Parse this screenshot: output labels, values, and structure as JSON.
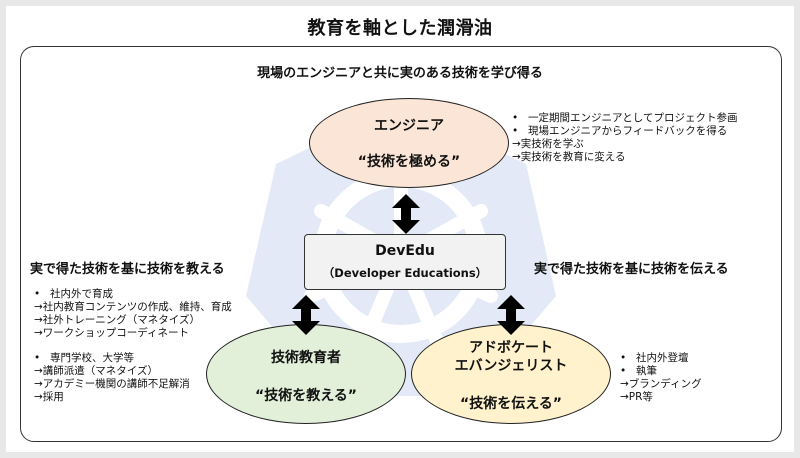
{
  "title": "教育を軸とした潤滑油",
  "subtitle": "現場のエンジニアと共に実のある技術を学び得る",
  "engineer": {
    "title": "エンジニア",
    "quote": "“技術を極める”"
  },
  "center": {
    "title": "DevEdu",
    "subtitle": "（Developer Educations）"
  },
  "educator": {
    "title": "技術教育者",
    "quote": "“技術を教える”"
  },
  "advocate": {
    "title_line1": "アドボケート",
    "title_line2": "エバンジェリスト",
    "quote": "“技術を伝える”"
  },
  "left_label": "実で得た技術を基に技術を教える",
  "right_label": "実で得た技術を基に技術を伝える",
  "engineer_notes": {
    "bullets": [
      "一定期間エンジニアとしてプロジェクト参画",
      "現場エンジニアからフィードバックを得る"
    ],
    "arrows": [
      "→実技術を学ぶ",
      "→実技術を教育に変える"
    ]
  },
  "educator_notes_1": {
    "bullets": [
      "社内外で育成"
    ],
    "arrows": [
      "→社内教育コンテンツの作成、維持、育成",
      "→社外トレーニング（マネタイズ）",
      "→ワークショップコーディネート"
    ]
  },
  "educator_notes_2": {
    "bullets": [
      "専門学校、大学等"
    ],
    "arrows": [
      "→講師派遣（マネタイズ）",
      "→アカデミー機関の講師不足解消",
      "→採用"
    ]
  },
  "advocate_notes": {
    "bullets": [
      "社内外登壇",
      "執筆"
    ],
    "arrows": [
      "→ブランディング",
      "→PR等"
    ]
  },
  "colors": {
    "engineer_fill": "#fbe5d6",
    "educator_fill": "#e2efd9",
    "advocate_fill": "#fff2cc",
    "center_fill": "#f2f2f2",
    "watermark": "#e3e9f7"
  }
}
